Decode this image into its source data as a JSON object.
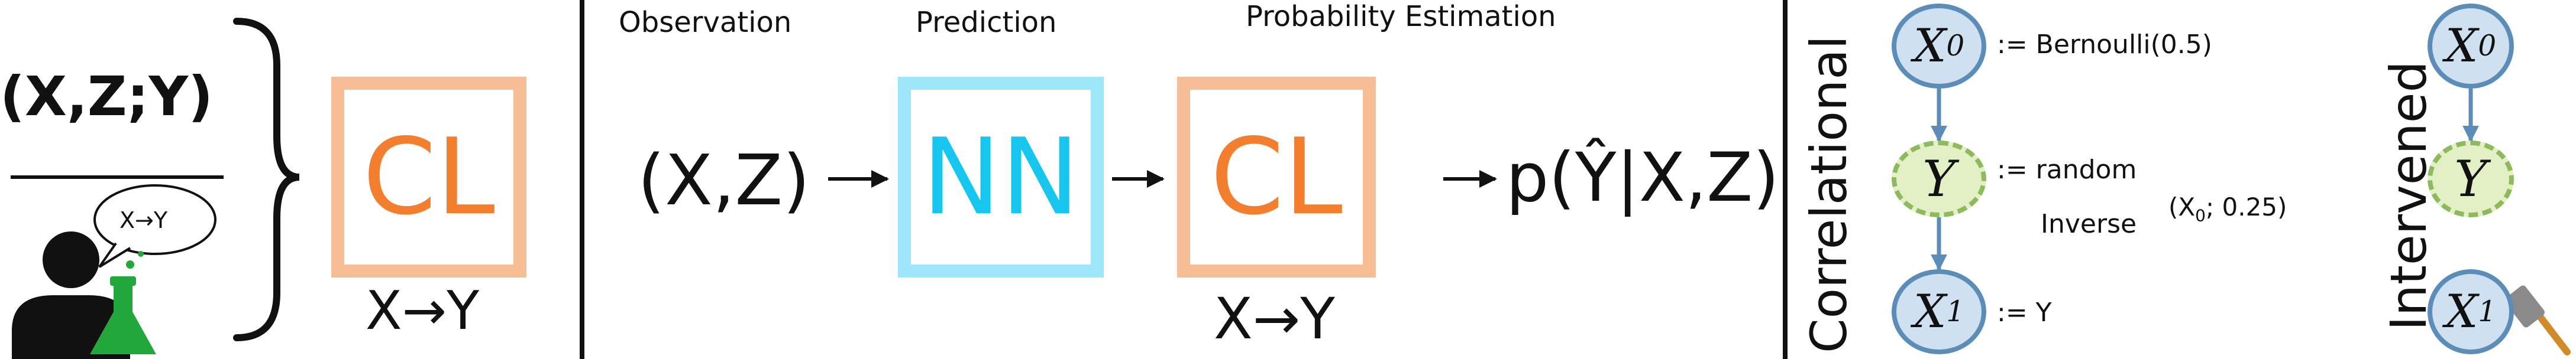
{
  "left": {
    "formula": "(X,Z;Y)",
    "speech": "X→Y",
    "cl_label": "CL",
    "cl_caption": "X→Y"
  },
  "middle": {
    "headers": [
      "Observation",
      "Prediction",
      "Probability Estimation"
    ],
    "input": "(X,Z)",
    "nn_label": "NN",
    "cl_label": "CL",
    "cl_caption": "X→Y",
    "output": "p(Ŷ|X,Z)"
  },
  "right": {
    "correlational_label": "Correlational",
    "intervened_label": "Intervened",
    "nodes": {
      "x0_main": "X",
      "x0_sub": "0",
      "y": "Y",
      "x1_main": "X",
      "x1_sub": "1"
    },
    "eq_x0": ":= Bernoulli(0.5)",
    "eq_y_line1": ":= random",
    "eq_y_line2": "Inverse",
    "eq_y_args": "(X",
    "eq_y_args_sub": "0",
    "eq_y_args_rest": "; 0.25)",
    "eq_x1": ":= Y"
  },
  "colors": {
    "cl_border": "#f7bd95",
    "cl_text": "#f27e2e",
    "nn_border": "#9ee7fa",
    "nn_text": "#16c6ef",
    "node_blue_fill": "#cfe0f0",
    "node_blue_stroke": "#5b8db8",
    "node_green_fill": "#e3efc5",
    "node_green_stroke": "#8dbb5c",
    "flask": "#22a83a"
  }
}
